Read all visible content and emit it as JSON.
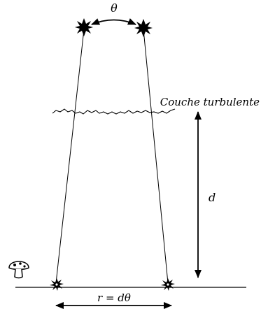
{
  "labels": {
    "angle": "θ",
    "layer": "Couche turbulente",
    "distance": "d",
    "separation": "r = dθ"
  },
  "colors": {
    "ink": "#000000",
    "background": "#ffffff"
  },
  "icons": {
    "stars": "eight-point-star",
    "observer": "mushroom-icon",
    "images": "blurred-star-image"
  }
}
